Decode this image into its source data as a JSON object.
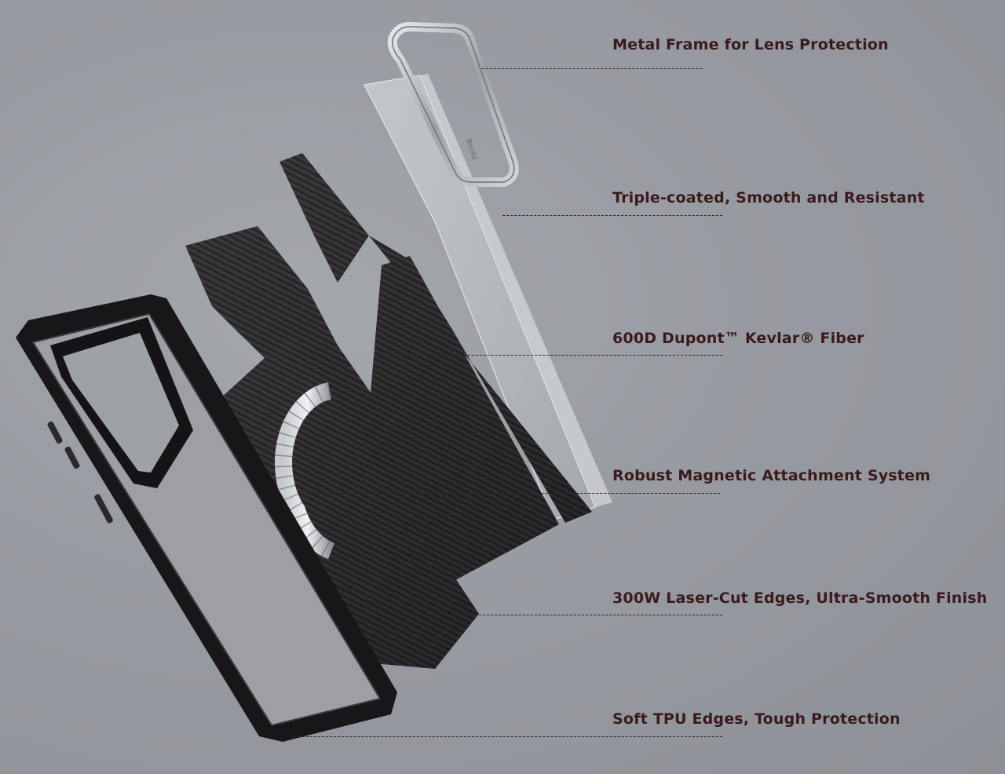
{
  "product": {
    "lens_ring_engraving": "Benks"
  },
  "features": [
    {
      "id": "lens-frame",
      "label": "Metal Frame for Lens Protection"
    },
    {
      "id": "coating",
      "label": "Triple-coated, Smooth and Resistant"
    },
    {
      "id": "kevlar",
      "label": "600D Dupont™ Kevlar® Fiber"
    },
    {
      "id": "magnetic",
      "label": "Robust Magnetic Attachment System"
    },
    {
      "id": "laser-cut",
      "label": "300W Laser-Cut Edges, Ultra-Smooth Finish"
    },
    {
      "id": "tpu",
      "label": "Soft TPU Edges, Tough Protection"
    }
  ],
  "colors": {
    "background": "#9a9da3",
    "label_text": "#3a1a1c",
    "leader_line": "#2b2628",
    "frame": "#1c1c1e",
    "carbon": "#2a2a2c",
    "film": "#c9cdd2",
    "metal": "#c3c7cc"
  }
}
